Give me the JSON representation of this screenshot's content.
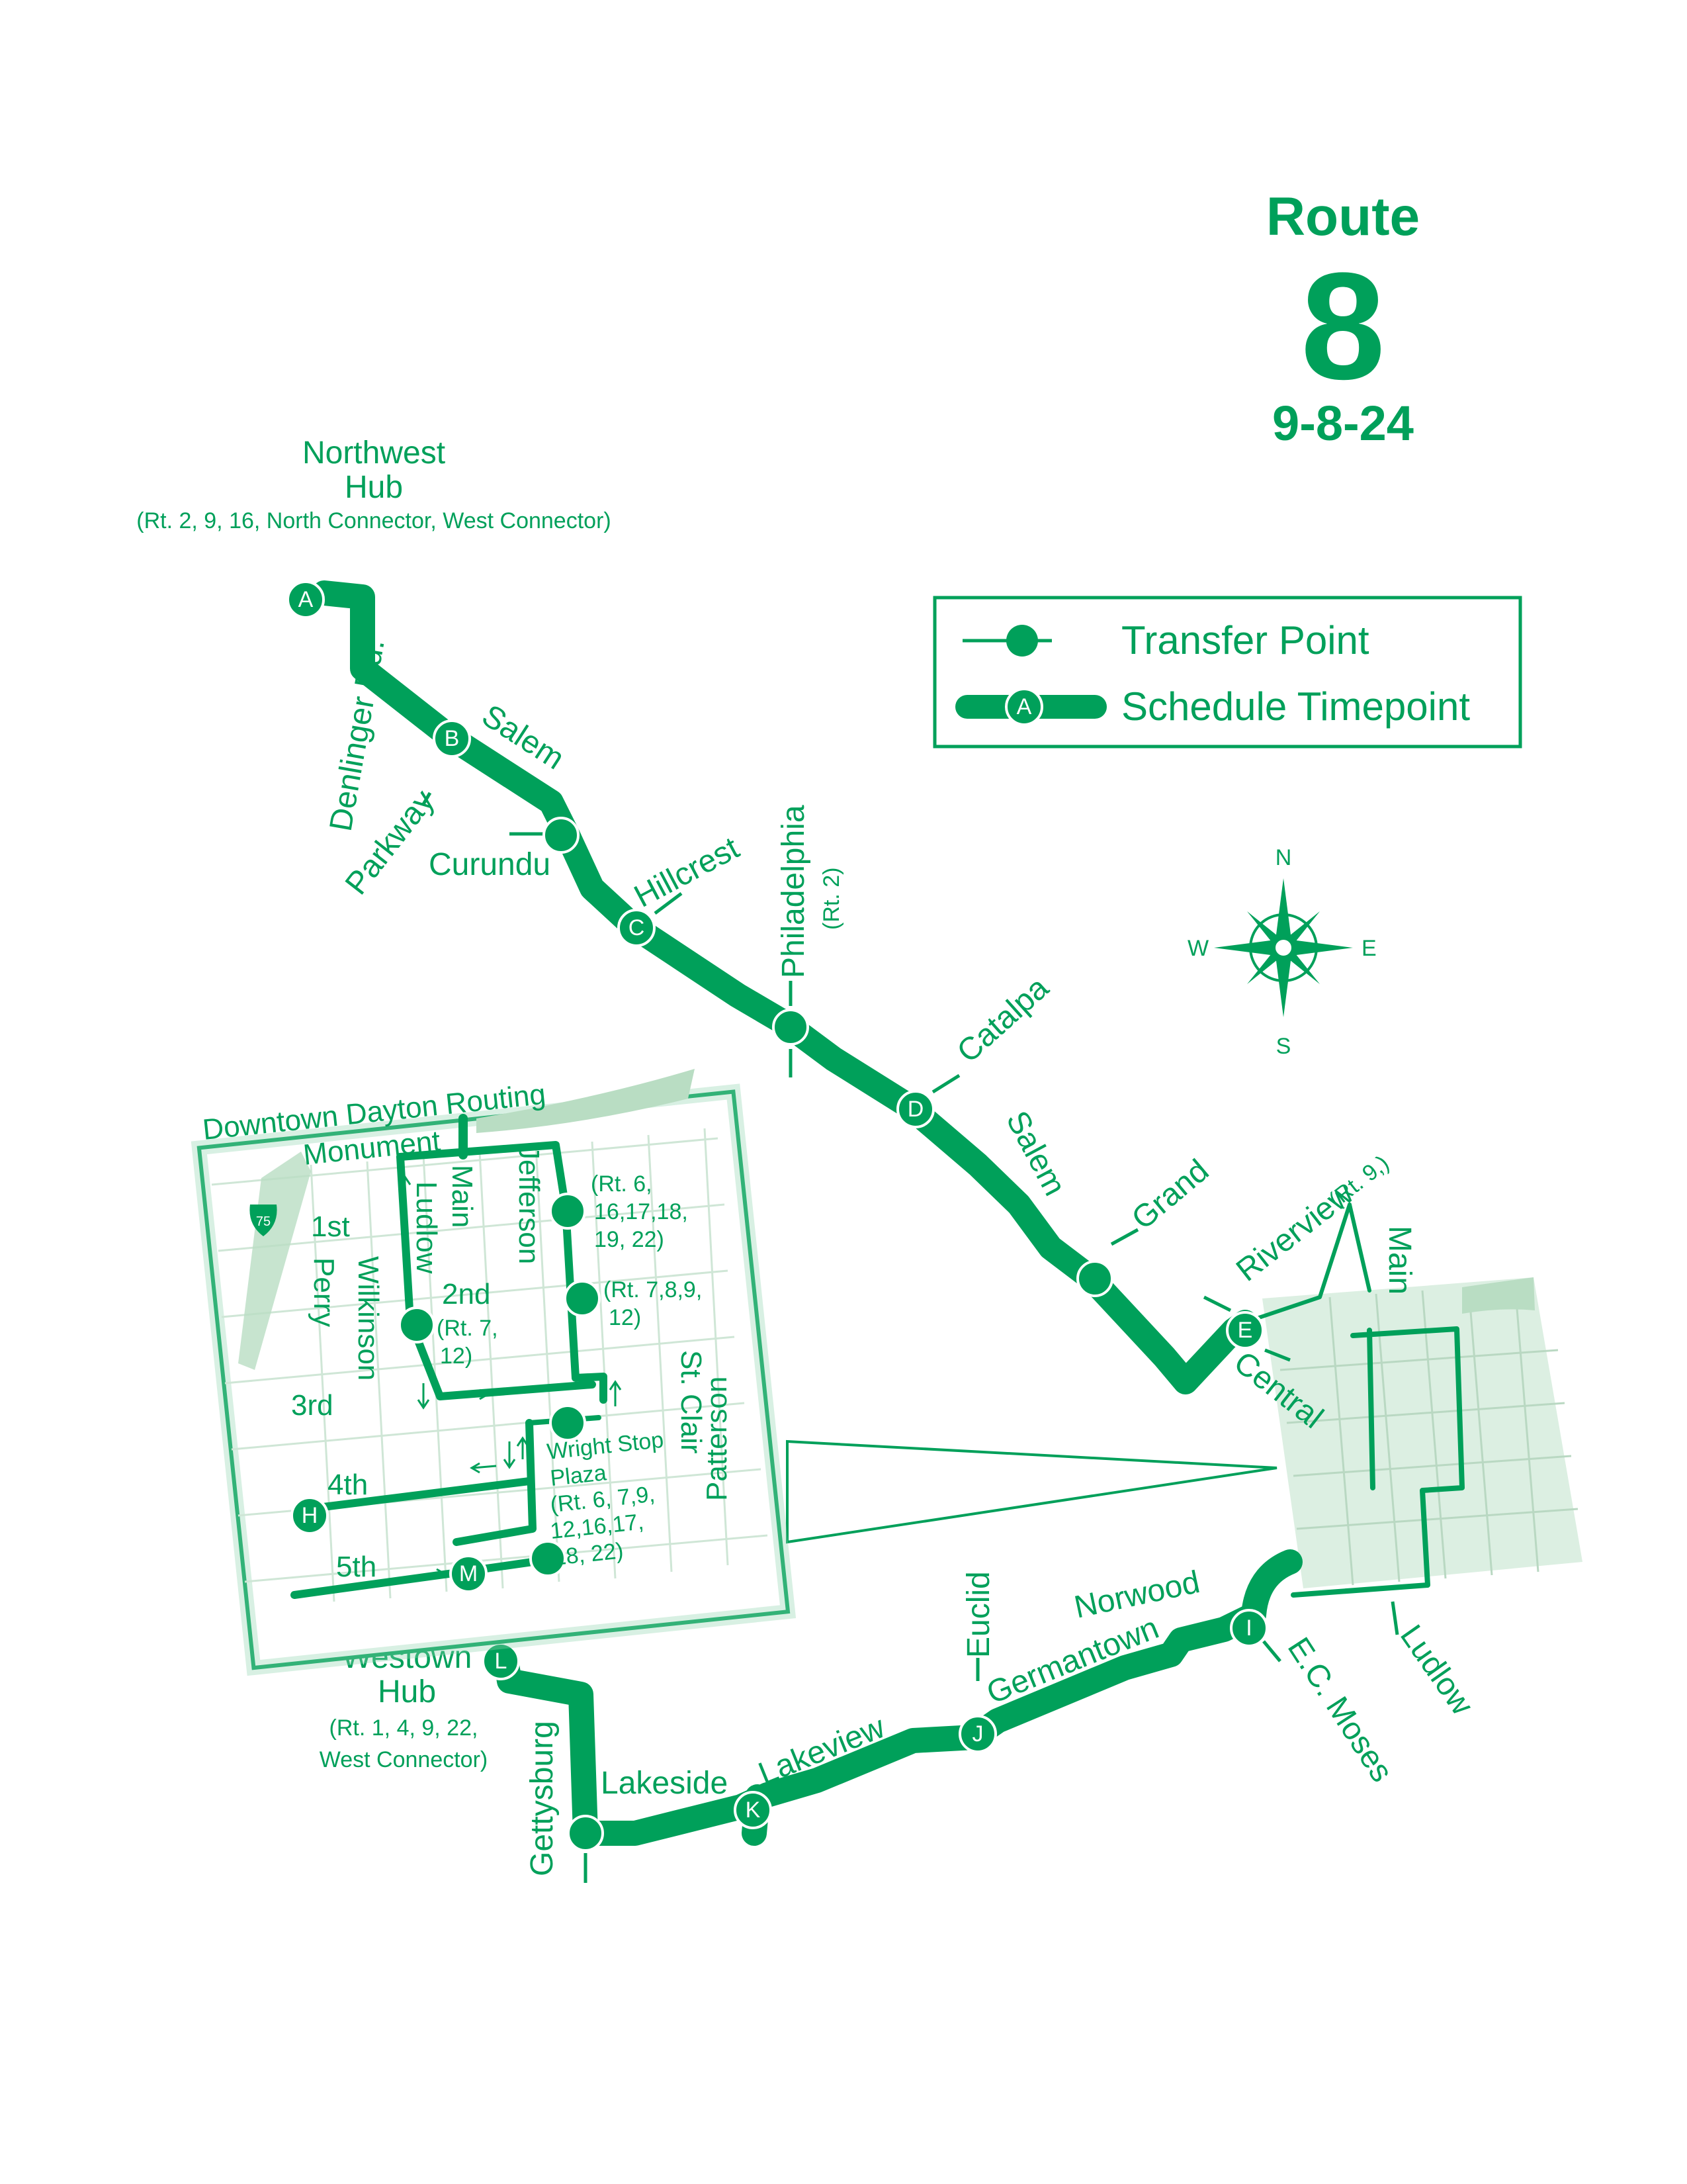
{
  "header": {
    "route_label": "Route",
    "route_number": "8",
    "date": "9-8-24"
  },
  "legend": {
    "transfer_point": "Transfer Point",
    "schedule_timepoint": "Schedule Timepoint",
    "timepoint_letter": "A"
  },
  "compass": {
    "n": "N",
    "s": "S",
    "e": "E",
    "w": "W"
  },
  "hubs": {
    "northwest": {
      "line1": "Northwest",
      "line2": "Hub",
      "routes": "(Rt. 2, 9, 16, North Connector, West Connector)"
    },
    "westown": {
      "line1": "Westown",
      "line2": "Hub",
      "routes1": "(Rt. 1, 4, 9, 22,",
      "routes2": "West Connector)"
    }
  },
  "timepoints": [
    "A",
    "B",
    "C",
    "D",
    "E",
    "H",
    "I",
    "J",
    "K",
    "L",
    "M"
  ],
  "streets": {
    "denlinger": "Denlinger Rd.",
    "salem": "Salem",
    "parkway": "Parkway",
    "curundu": "Curundu",
    "hillcrest": "Hillcrest",
    "philadelphia": "Philadelphia",
    "philadelphia_routes": "(Rt. 2)",
    "catalpa": "Catalpa",
    "grand": "Grand",
    "riverview": "Riverview",
    "riverview_routes": "(Rt. 9,)",
    "main": "Main",
    "central": "Central",
    "ludlow": "Ludlow",
    "ec_moses": "E.C. Moses",
    "norwood": "Norwood",
    "germantown": "Germantown",
    "euclid": "Euclid",
    "lakeview": "Lakeview",
    "lakeside": "Lakeside",
    "gettysburg": "Gettysburg"
  },
  "inset": {
    "title": "Downtown Dayton Routing",
    "monument": "Monument",
    "first": "1st",
    "second": "2nd",
    "third": "3rd",
    "fourth": "4th",
    "fifth": "5th",
    "main": "Main",
    "ludlow": "Ludlow",
    "jefferson": "Jefferson",
    "perry": "Perry",
    "wilkinson": "Wilkinson",
    "st_clair": "St. Clair",
    "patterson": "Patterson",
    "interstate": "75",
    "jefferson_1st_routes": [
      "(Rt. 6,",
      "16,17,18,",
      "19, 22)"
    ],
    "jefferson_2nd_routes": [
      "(Rt. 7,8,9,",
      "12)"
    ],
    "ludlow_2nd_routes": [
      "(Rt. 7,",
      "12)"
    ],
    "wright_stop": [
      "Wright Stop",
      "Plaza",
      "(Rt. 6, 7,9,",
      "12,16,17,",
      "18, 22)"
    ]
  },
  "colors": {
    "route": "#00a05a",
    "grid": "#cfe6d6",
    "downtown_fill": "#dcefe2",
    "park": "#b9ddc3"
  }
}
